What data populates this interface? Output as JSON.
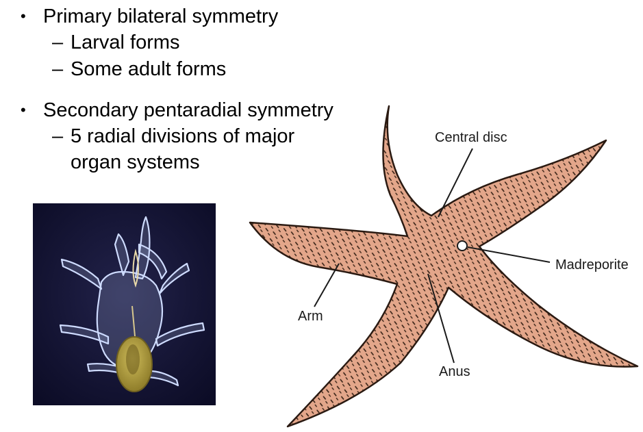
{
  "bullets": [
    {
      "text": "Primary bilateral symmetry",
      "sub": [
        "Larval forms",
        "Some adult forms"
      ]
    },
    {
      "text": "Secondary pentaradial symmetry",
      "sub": [
        "5 radial divisions of major",
        "organ systems"
      ]
    }
  ],
  "bullet_glyph": "•",
  "dash_glyph": "–",
  "diagram": {
    "labels": {
      "central_disc": "Central disc",
      "madreporite": "Madreporite",
      "arm": "Arm",
      "anus": "Anus"
    }
  },
  "colors": {
    "star_fill": "#e0a487",
    "star_outline": "#2a1a12",
    "larva_bg": "#10102e",
    "larva_gut": "#b5a24a"
  }
}
